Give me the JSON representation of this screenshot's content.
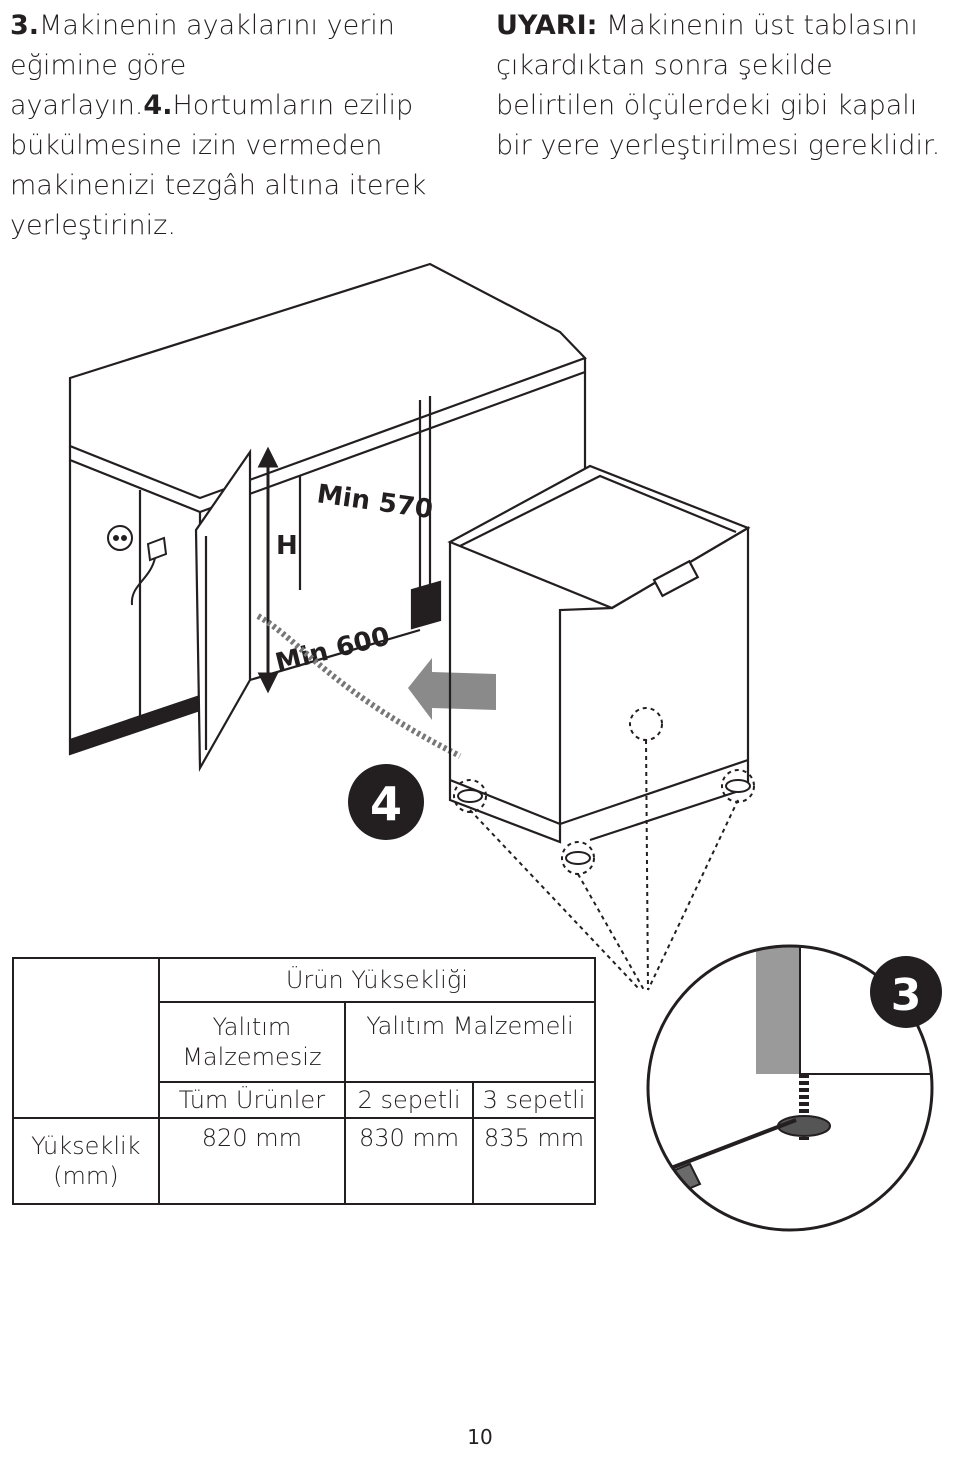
{
  "left_text": {
    "step3_number": "3.",
    "step3_text": "Makinenin ayaklarını yerin eğimine göre ayarlayın.",
    "step4_number": "4.",
    "step4_text": "Hortumların ezilip bükülmesine izin vermeden makinenizi tezgâh altına iterek yerleştiriniz."
  },
  "warning": {
    "label": "UYARI:",
    "text": "Makinenin üst tablasını çıkardıktan sonra şekilde belirtilen ölçülerdeki gibi kapalı bir yere yerleştirilmesi gereklidir."
  },
  "figure": {
    "label_h": "H",
    "label_min_570": "Min 570",
    "label_min_600": "Min 600",
    "badge_4": "4",
    "badge_3": "3"
  },
  "table": {
    "header": "Ürün Yüksekliği",
    "col_without_insulation": "Yalıtım Malzemesiz",
    "col_with_insulation": "Yalıtım Malzemeli",
    "sub_all": "Tüm Ürünler",
    "sub_2": "2 sepetli",
    "sub_3": "3 sepetli",
    "row_label": "Yükseklik (mm)",
    "values": [
      "820 mm",
      "830 mm",
      "835 mm"
    ]
  },
  "page_number": "10"
}
